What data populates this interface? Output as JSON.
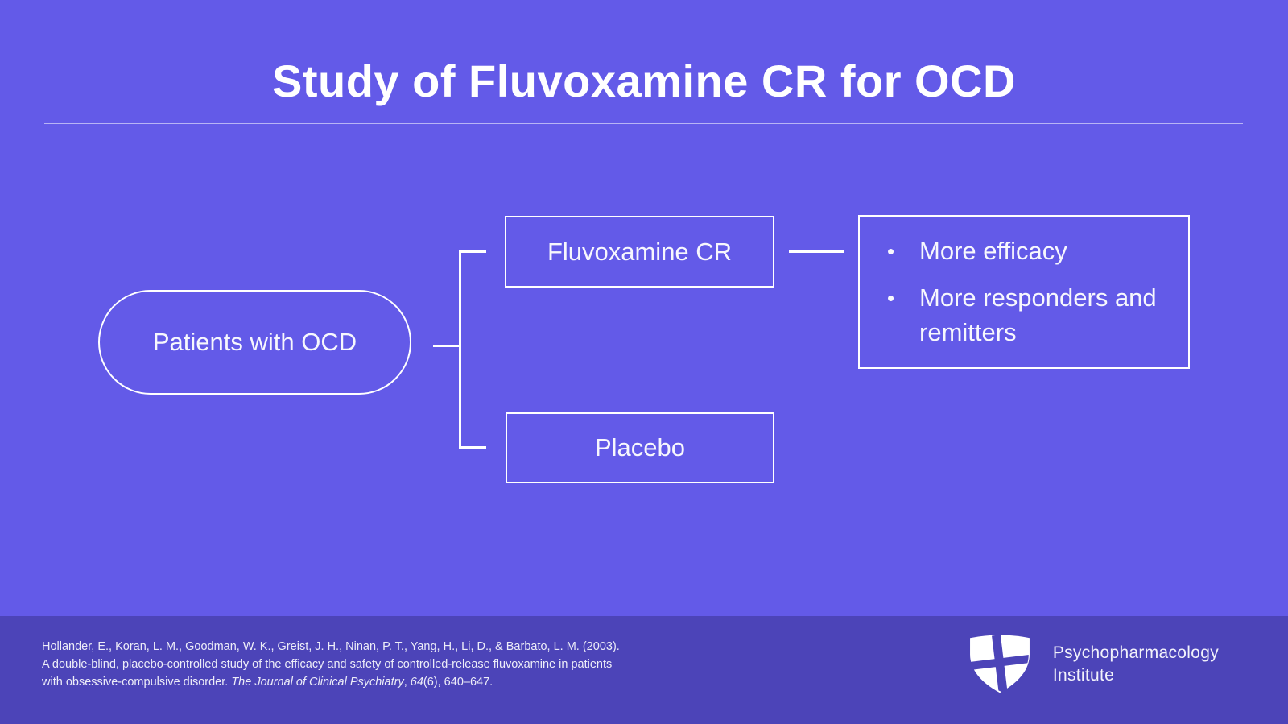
{
  "slide": {
    "title": "Study of Fluvoxamine CR for OCD"
  },
  "diagram": {
    "population_label": "Patients with OCD",
    "arm1_label": "Fluvoxamine CR",
    "arm2_label": "Placebo",
    "bullet_glyph": "•",
    "outcomes": [
      "More efficacy",
      "More responders and remitters"
    ]
  },
  "footer": {
    "citation_line1": "Hollander, E., Koran, L. M., Goodman, W. K., Greist, J. H., Ninan, P. T., Yang, H., Li, D., & Barbato, L. M. (2003).",
    "citation_line2": "A double-blind, placebo-controlled study of the efficacy and safety of controlled-release fluvoxamine in patients",
    "citation_line3_prefix": "with obsessive-compulsive disorder. ",
    "citation_line3_journal_italic": "The Journal of Clinical Psychiatry",
    "citation_line3_mid": ", ",
    "citation_line3_volume_italic": "64",
    "citation_line3_suffix": "(6), 640–647.",
    "logo_name_line1": "Psychopharmacology",
    "logo_name_line2": "Institute"
  },
  "colors": {
    "slide_background": "#635AE8",
    "footer_background": "#4C44B8",
    "line_and_border": "#FFFFFF",
    "text": "#F7F7FD"
  }
}
